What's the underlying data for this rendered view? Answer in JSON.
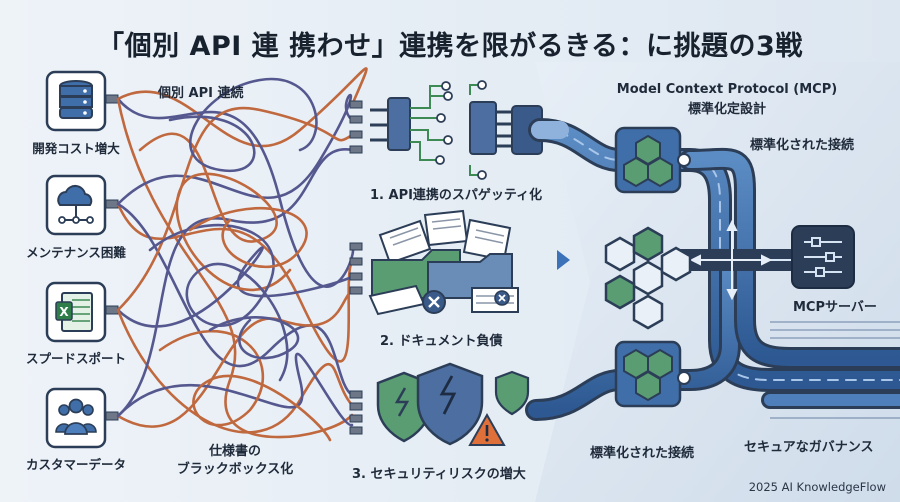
{
  "title": "「個別 API 連 携わせ」連携を限がるきる：に挑題の3戦",
  "sources": [
    {
      "label": "開発コスト増大",
      "icon": "database-icon"
    },
    {
      "label": "メンテナンス困難",
      "icon": "cloud-network-icon"
    },
    {
      "label": "スプードスポート",
      "icon": "spreadsheet-icon"
    },
    {
      "label": "カスタマーデータ",
      "icon": "customer-group-icon"
    }
  ],
  "labels": {
    "individual_api": "個別 API 連続",
    "spec_black_box_1": "仕様書の",
    "spec_black_box_2": "ブラックボックス化",
    "problem_1": "1. API連携のスパゲッティ化",
    "problem_2": "2. ドキュメント負債",
    "problem_3": "3. セキュリティリスクの増大",
    "mcp_title_1": "Model Context Protocol (MCP)",
    "mcp_title_2": "標準化定設計",
    "standard_conn_top": "標準化された接続",
    "standard_conn_bottom": "標準化された接続",
    "mcp_server": "MCPサーバー",
    "governance": "セキュアなガバナンス"
  },
  "footer": "2025 AI KnowledgeFlow",
  "colors": {
    "navy": "#2c3e57",
    "pipe_blue": "#3f6ea8",
    "hex_green": "#5a9d72",
    "cable_orange": "#c0683e",
    "cable_purple": "#55588e",
    "warning": "#e0703a"
  }
}
